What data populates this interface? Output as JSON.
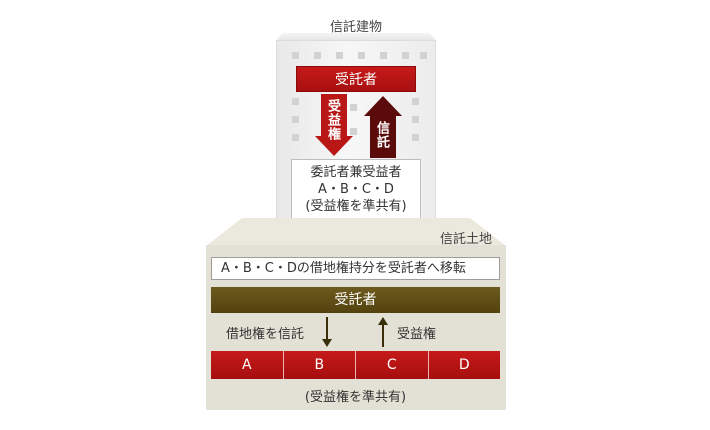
{
  "building": {
    "title": "信託建物",
    "trustee_label": "受託者",
    "beneficiary_arrow_label": "受益権",
    "trust_arrow_label": "信託",
    "settlor_line1": "委託者兼受益者",
    "settlor_line2": "A・B・C・D",
    "settlor_line3": "(受益権を準共有)"
  },
  "land": {
    "title": "信託土地",
    "transfer_note": "A・B・C・Dの借地権持分を受託者へ移転",
    "trustee_label": "受託者",
    "trust_label": "借地権を信託",
    "benefit_label": "受益権",
    "parties": [
      "A",
      "B",
      "C",
      "D"
    ],
    "share_note": "(受益権を準共有)"
  },
  "colors": {
    "red": "#b81414",
    "dark_red": "#5e0a0a",
    "olive": "#5f4c16",
    "land_bg": "#e3e0d5",
    "building_bg": "#eeeeee"
  }
}
